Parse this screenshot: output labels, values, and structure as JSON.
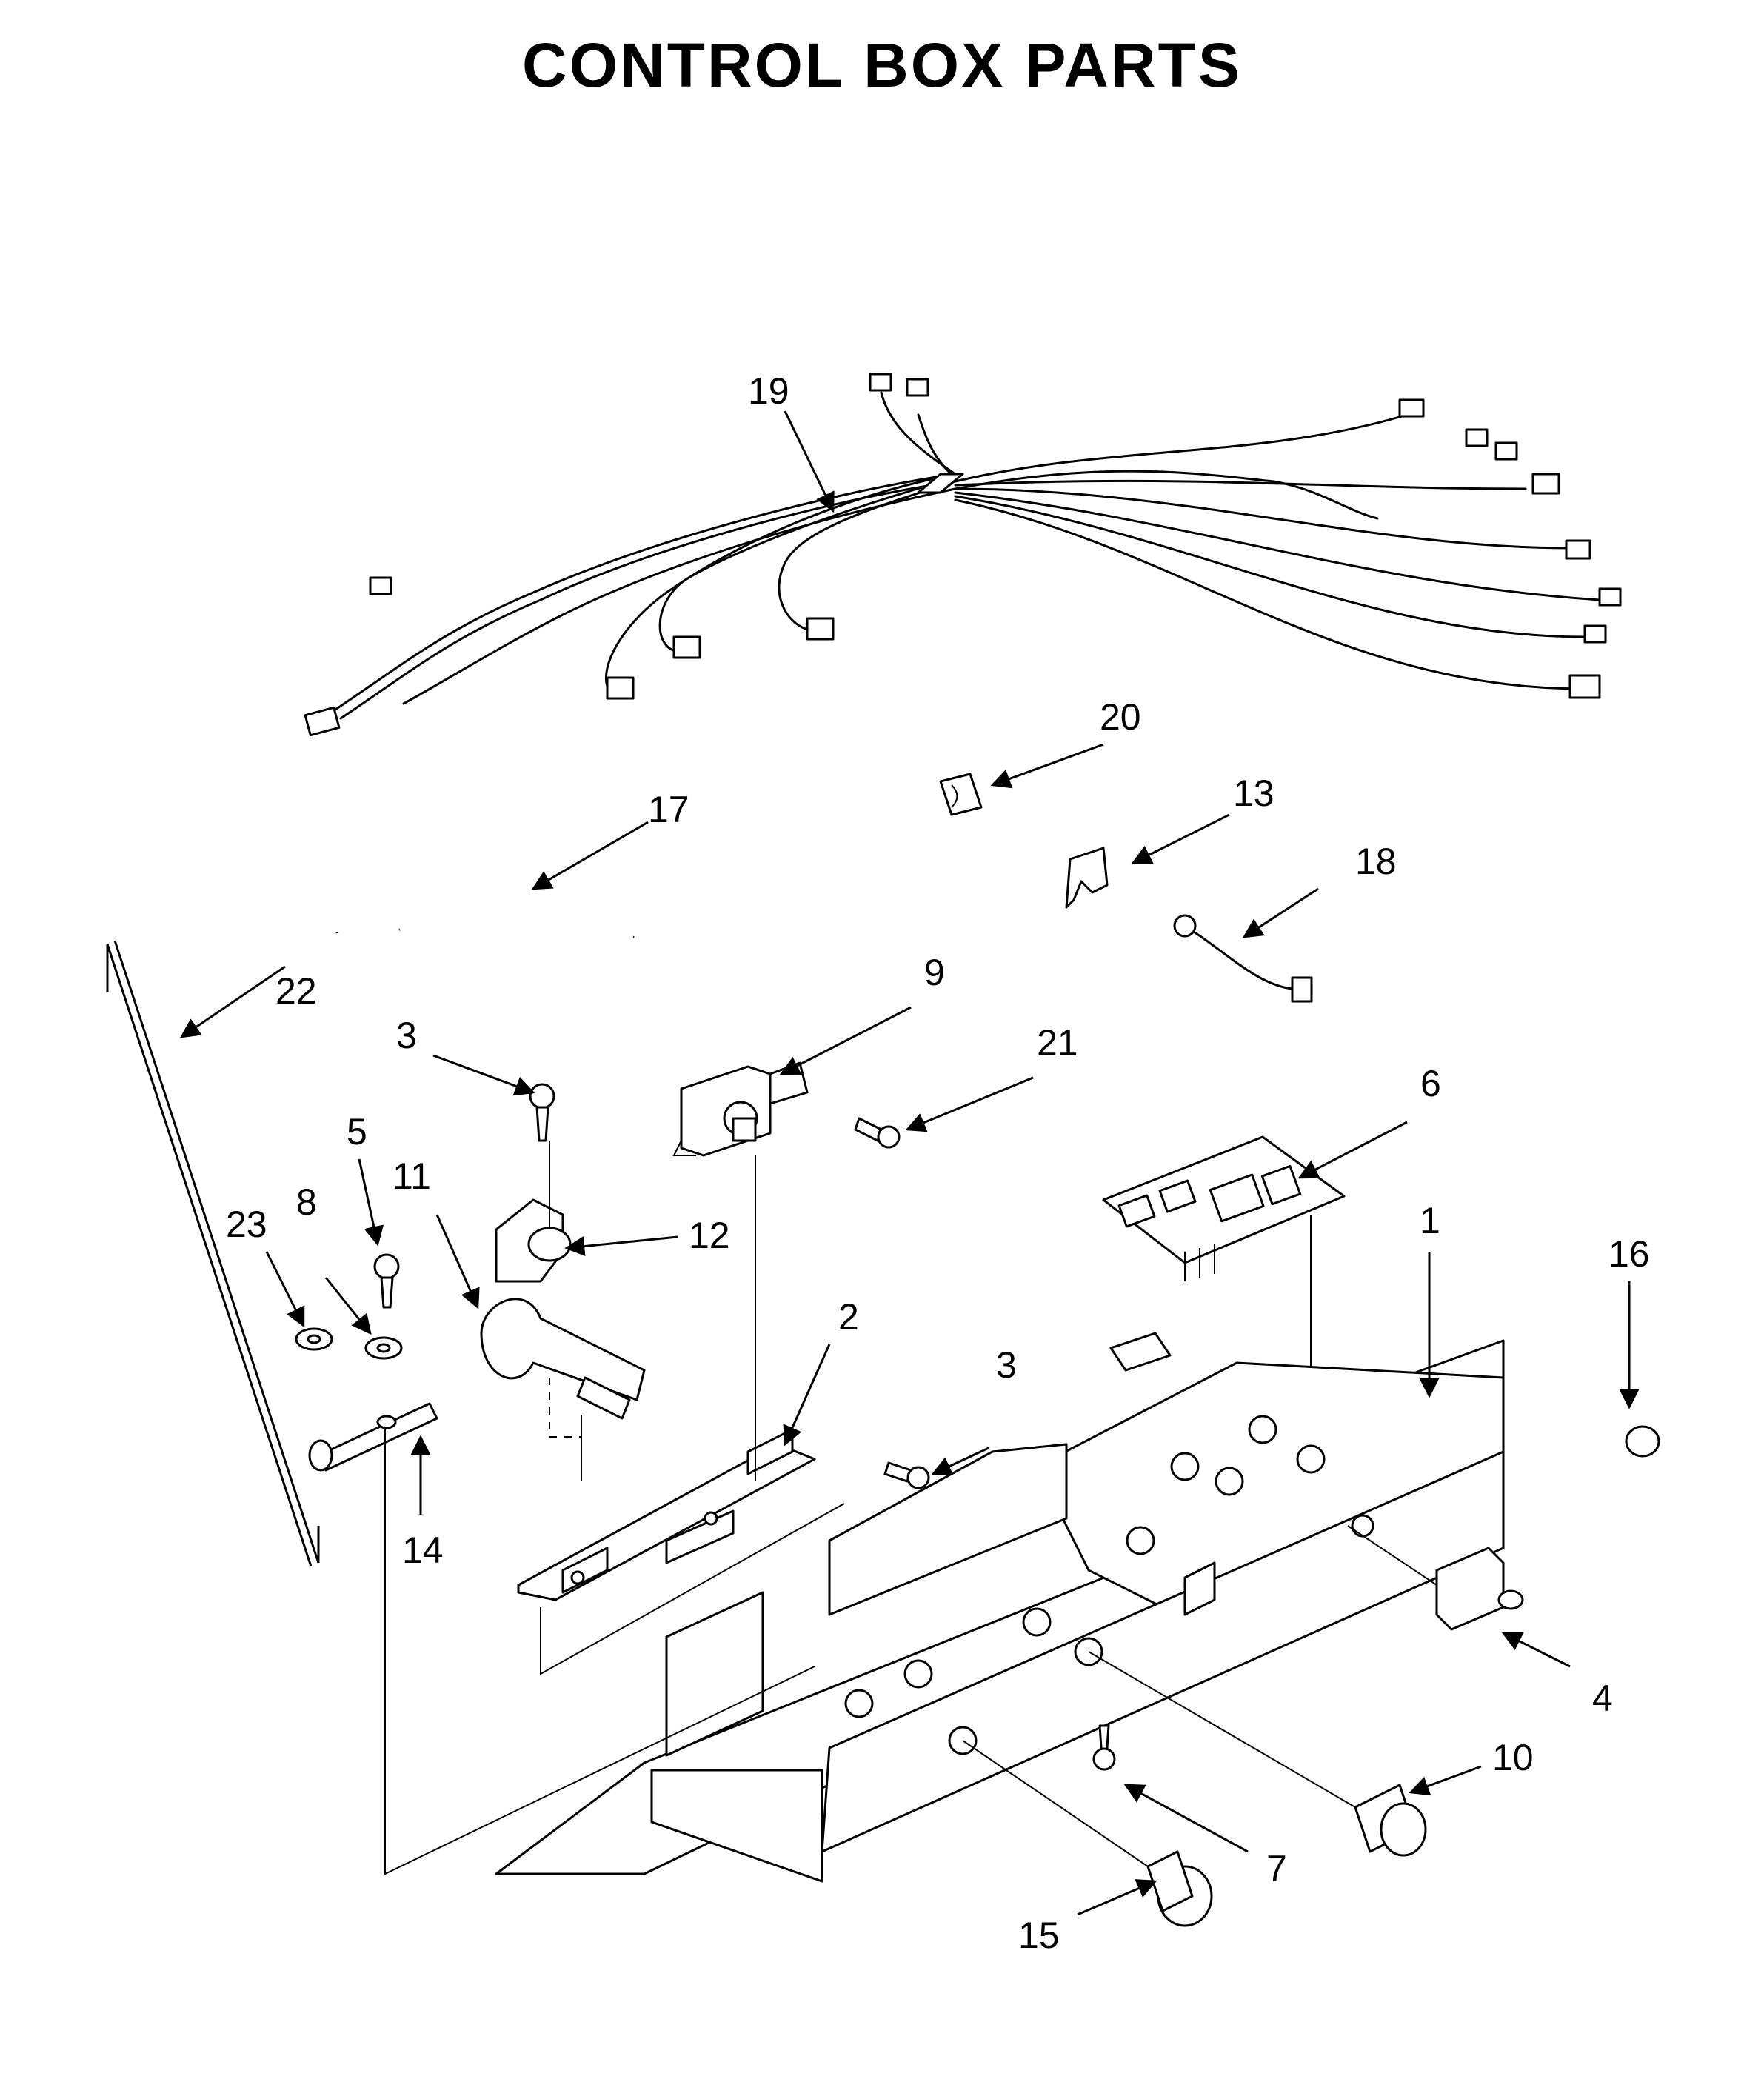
{
  "title": "CONTROL BOX PARTS",
  "colors": {
    "ink": "#000000",
    "paper": "#ffffff"
  },
  "callouts": [
    {
      "id": "c19",
      "label": "19"
    },
    {
      "id": "c20",
      "label": "20"
    },
    {
      "id": "c13",
      "label": "13"
    },
    {
      "id": "c18",
      "label": "18"
    },
    {
      "id": "c17",
      "label": "17"
    },
    {
      "id": "c22",
      "label": "22"
    },
    {
      "id": "c9",
      "label": "9"
    },
    {
      "id": "c21",
      "label": "21"
    },
    {
      "id": "c3a",
      "label": "3"
    },
    {
      "id": "c6",
      "label": "6"
    },
    {
      "id": "c5",
      "label": "5"
    },
    {
      "id": "c11",
      "label": "11"
    },
    {
      "id": "c12",
      "label": "12"
    },
    {
      "id": "c23",
      "label": "23"
    },
    {
      "id": "c8",
      "label": "8"
    },
    {
      "id": "c1",
      "label": "1"
    },
    {
      "id": "c16",
      "label": "16"
    },
    {
      "id": "c2",
      "label": "2"
    },
    {
      "id": "c3b",
      "label": "3"
    },
    {
      "id": "c14",
      "label": "14"
    },
    {
      "id": "c4",
      "label": "4"
    },
    {
      "id": "c10",
      "label": "10"
    },
    {
      "id": "c7",
      "label": "7"
    },
    {
      "id": "c15",
      "label": "15"
    }
  ]
}
